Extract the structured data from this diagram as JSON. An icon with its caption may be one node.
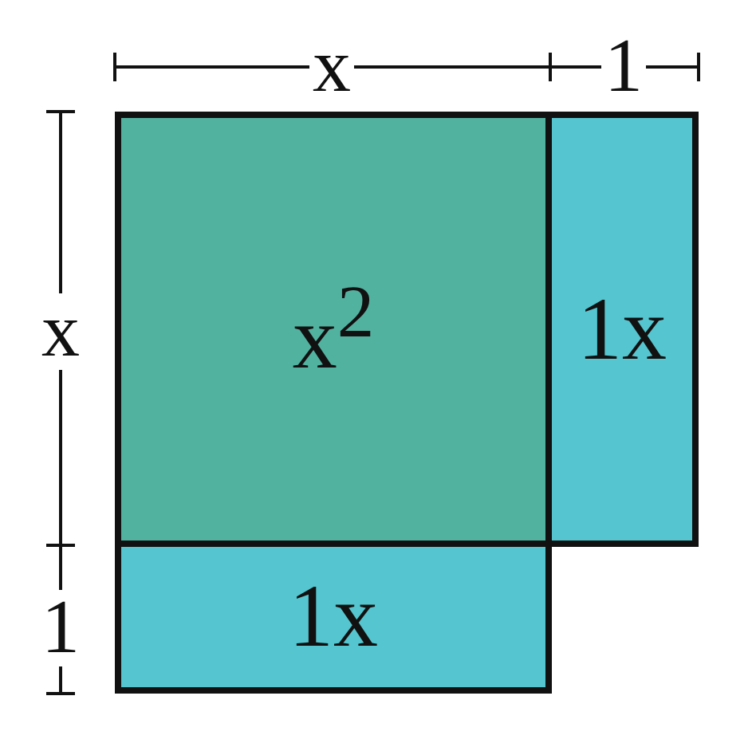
{
  "diagram": {
    "nodes": [
      {
        "text": [
          "x$^{2}$"
        ]
      },
      {
        "text": [
          "1x"
        ]
      },
      {
        "text": [
          "1x"
        ]
      }
    ],
    "labels": [
      "x",
      "1",
      "x",
      "1"
    ]
  }
}
